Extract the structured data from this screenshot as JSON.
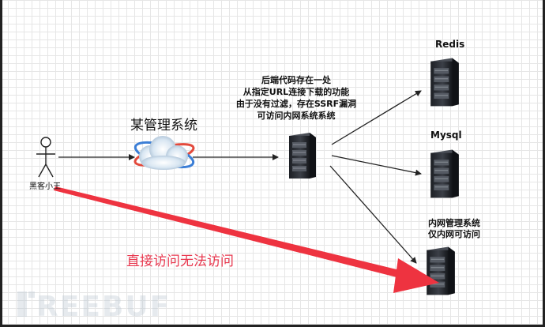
{
  "actor": {
    "label": "黑客小王"
  },
  "system": {
    "label": "某管理系统"
  },
  "backend_note": {
    "lines": [
      "后端代码存在一处",
      "从指定URL连接下载的功能",
      "由于没有过滤，存在SSRF漏洞",
      "可访问内网系统系统"
    ]
  },
  "servers": {
    "redis": "Redis",
    "mysql": "Mysql",
    "intranet_lines": [
      "内网管理系统",
      "仅内网可访问"
    ]
  },
  "direct_note": "直接访问无法访问",
  "watermark": "FREEBUF",
  "colors": {
    "red_arrow": "#ee3340",
    "red_text": "#e8384f",
    "server": "#2a2d33",
    "line": "#222222"
  },
  "icons": [
    "stick-figure-icon",
    "cloud-web-app-icon",
    "server-tower-icon"
  ]
}
